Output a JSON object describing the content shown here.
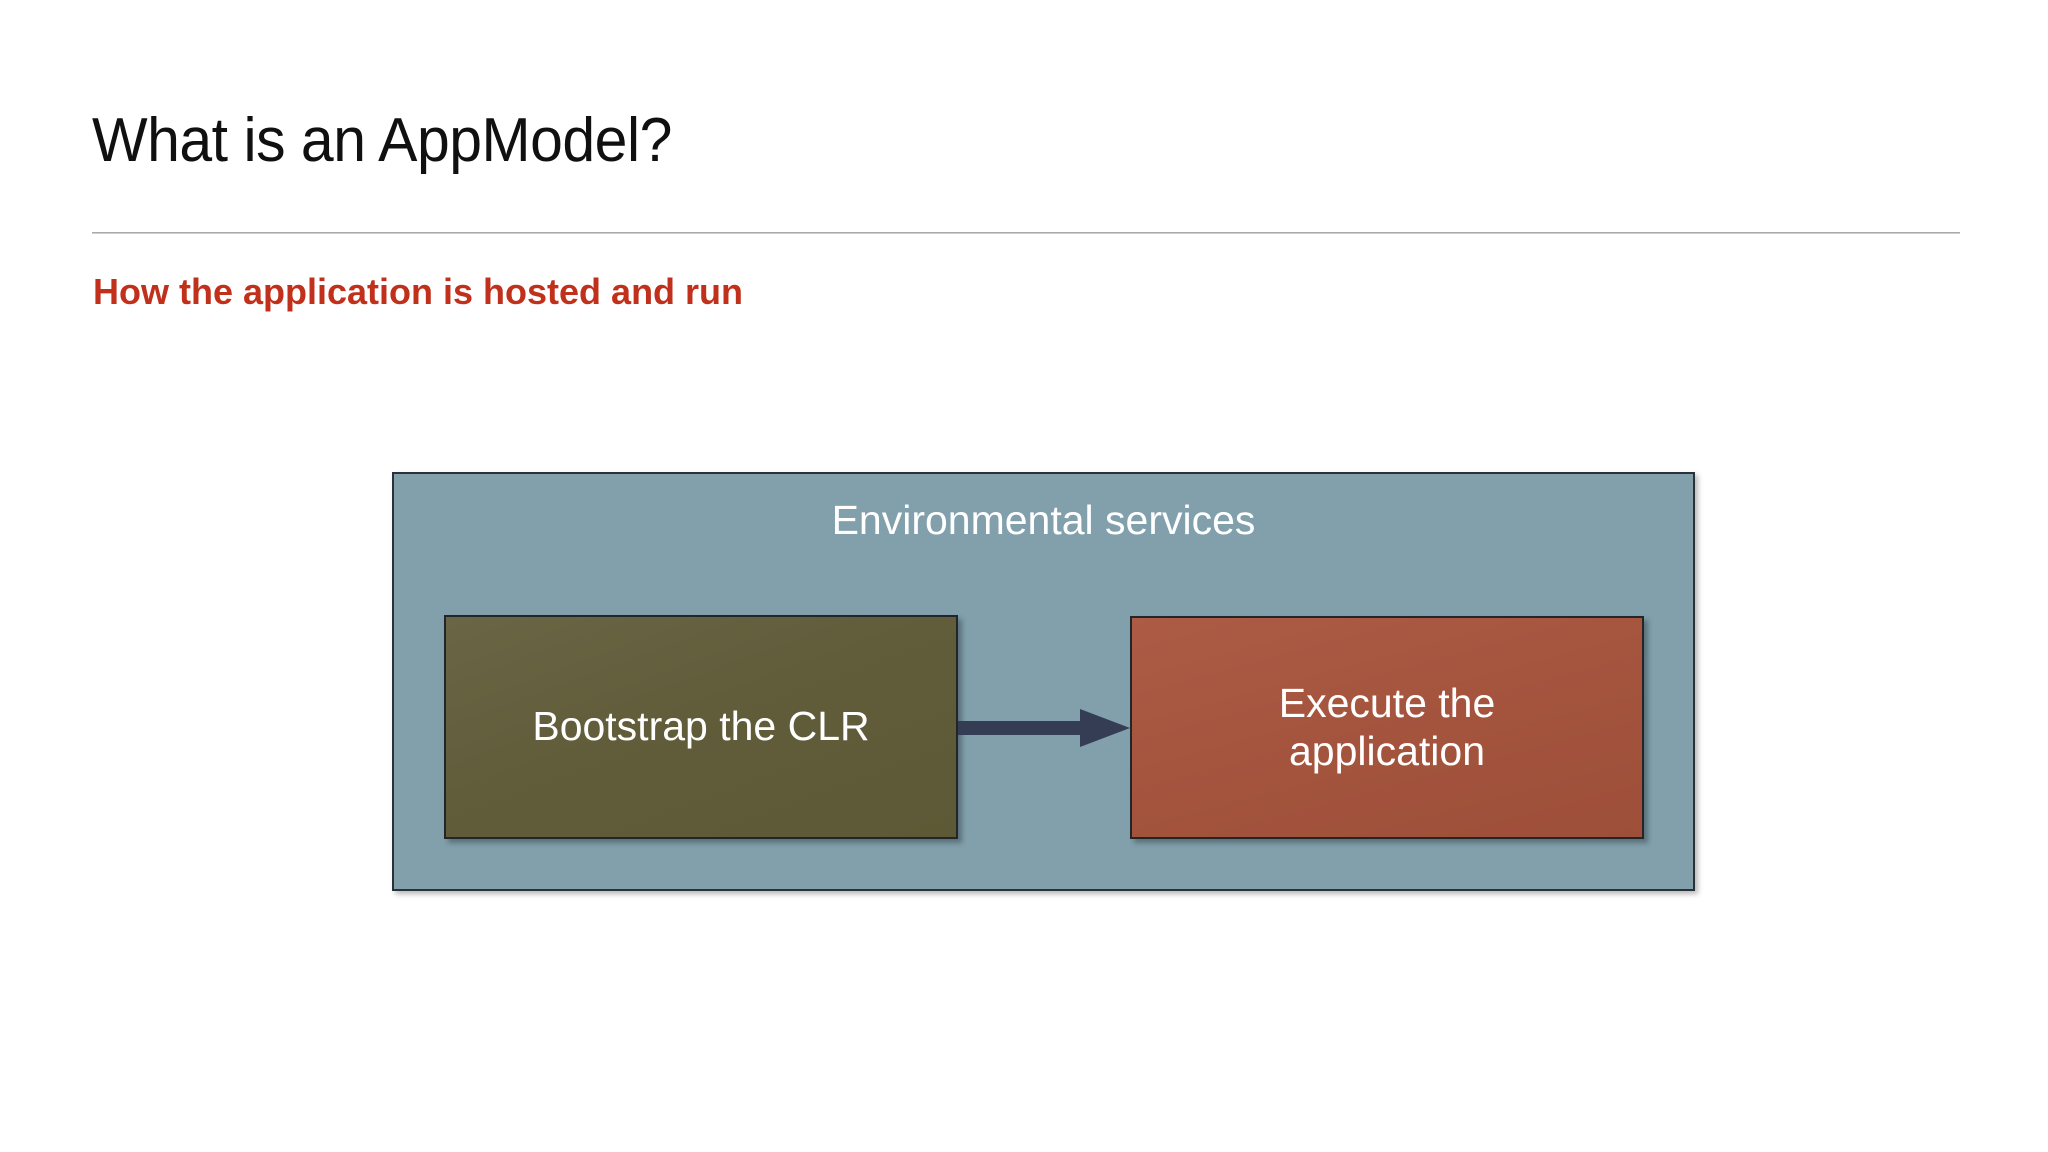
{
  "slide": {
    "title": "What is an AppModel?",
    "subtitle": "How the application is hosted and run"
  },
  "colors": {
    "title_text": "#101010",
    "subtitle_red": "#C1301B",
    "rule": "#a9a9a9",
    "env_container": "#81A0AC",
    "bootstrap_box": "#615D3B",
    "execute_box": "#A5553E",
    "arrow": "#343D54",
    "box_text": "#FFFFFF",
    "background": "#FFFFFF"
  },
  "diagram": {
    "type": "flow",
    "container_label": "Environmental services",
    "nodes": [
      {
        "id": "bootstrap",
        "label": "Bootstrap the CLR",
        "color": "#615D3B"
      },
      {
        "id": "execute",
        "label": "Execute the\napplication",
        "line1": "Execute the",
        "line2": "application",
        "color": "#A5553E"
      }
    ],
    "edges": [
      {
        "from": "bootstrap",
        "to": "execute",
        "style": "block-arrow",
        "color": "#343D54"
      }
    ]
  }
}
